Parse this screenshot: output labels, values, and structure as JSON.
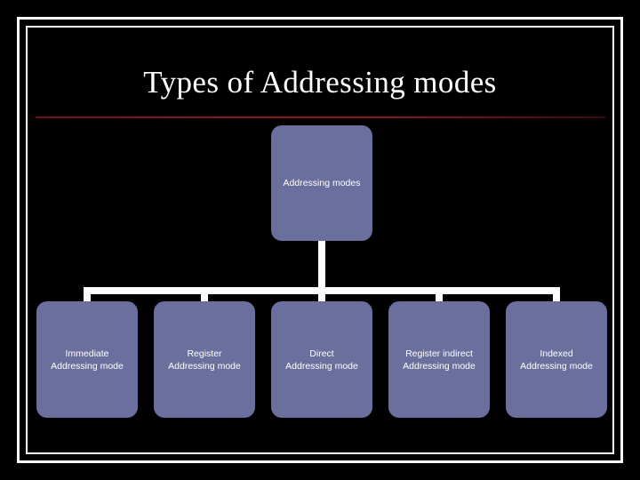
{
  "slide": {
    "title": "Types of Addressing modes",
    "background_color": "#000000",
    "frame_color": "#ffffff",
    "rule_color": "#8a1624",
    "node_color": "#6b6f9e",
    "connector_color": "#ffffff"
  },
  "diagram": {
    "type": "hierarchy",
    "root": {
      "label": "Addressing modes"
    },
    "children": [
      {
        "label": "Immediate\nAddressing mode"
      },
      {
        "label": "Register\nAddressing mode"
      },
      {
        "label": "Direct\nAddressing mode"
      },
      {
        "label": "Register indirect\nAddressing mode"
      },
      {
        "label": "Indexed\nAddressing mode"
      }
    ]
  }
}
